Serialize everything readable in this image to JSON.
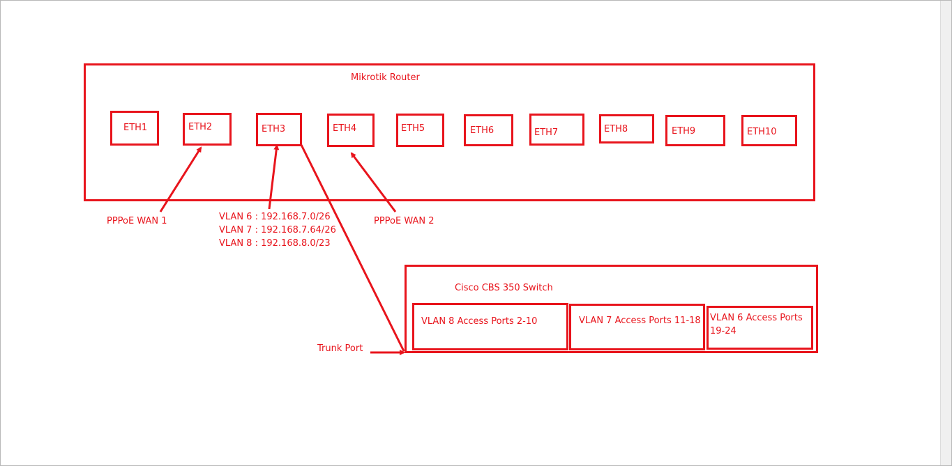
{
  "accent_color": "#e8141c",
  "router": {
    "title": "Mikrotik Router",
    "ports": [
      "ETH1",
      "ETH2",
      "ETH3",
      "ETH4",
      "ETH5",
      "ETH6",
      "ETH7",
      "ETH8",
      "ETH9",
      "ETH10"
    ]
  },
  "annotations": {
    "wan1": "PPPoE WAN 1",
    "wan2": "PPPoE WAN 2",
    "vlans": [
      "VLAN 6 : 192.168.7.0/26",
      "VLAN 7 : 192.168.7.64/26",
      "VLAN 8 : 192.168.8.0/23"
    ],
    "trunk": "Trunk Port"
  },
  "switch": {
    "title": "Cisco CBS 350 Switch",
    "groups": [
      "VLAN 8 Access Ports 2-10",
      "VLAN 7 Access Ports 11-18",
      "VLAN 6 Access Ports 19-24"
    ]
  }
}
